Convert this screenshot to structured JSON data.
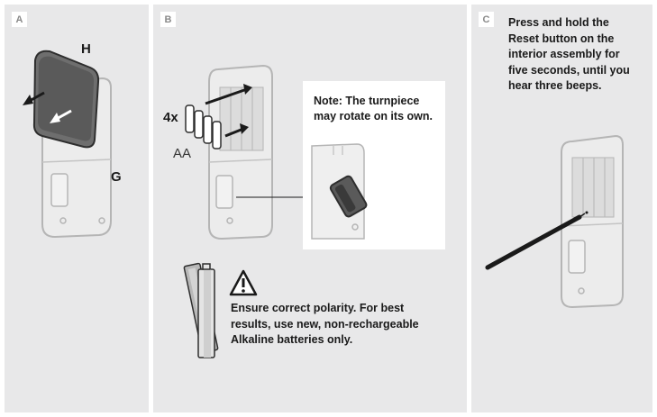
{
  "panels": {
    "a": {
      "step": "A",
      "label_h": "H",
      "label_g": "G"
    },
    "b": {
      "step": "B",
      "battery_count": "4x",
      "battery_type": "AA",
      "note": "Note: The turnpiece\nmay rotate on its own.",
      "warning": "Ensure correct polarity. For best\nresults, use new, non-rechargeable\nAlkaline batteries only."
    },
    "c": {
      "step": "C",
      "instruction": "Press and hold the\nReset button on the\ninterior assembly for\nfive seconds, until you\nhear three beeps."
    }
  },
  "colors": {
    "panel_bg": "#e8e8e9",
    "outline": "#b3b3b3",
    "dark": "#3a3a3a"
  },
  "icons": [
    "arrow-icon",
    "warning-icon",
    "battery-icon"
  ]
}
